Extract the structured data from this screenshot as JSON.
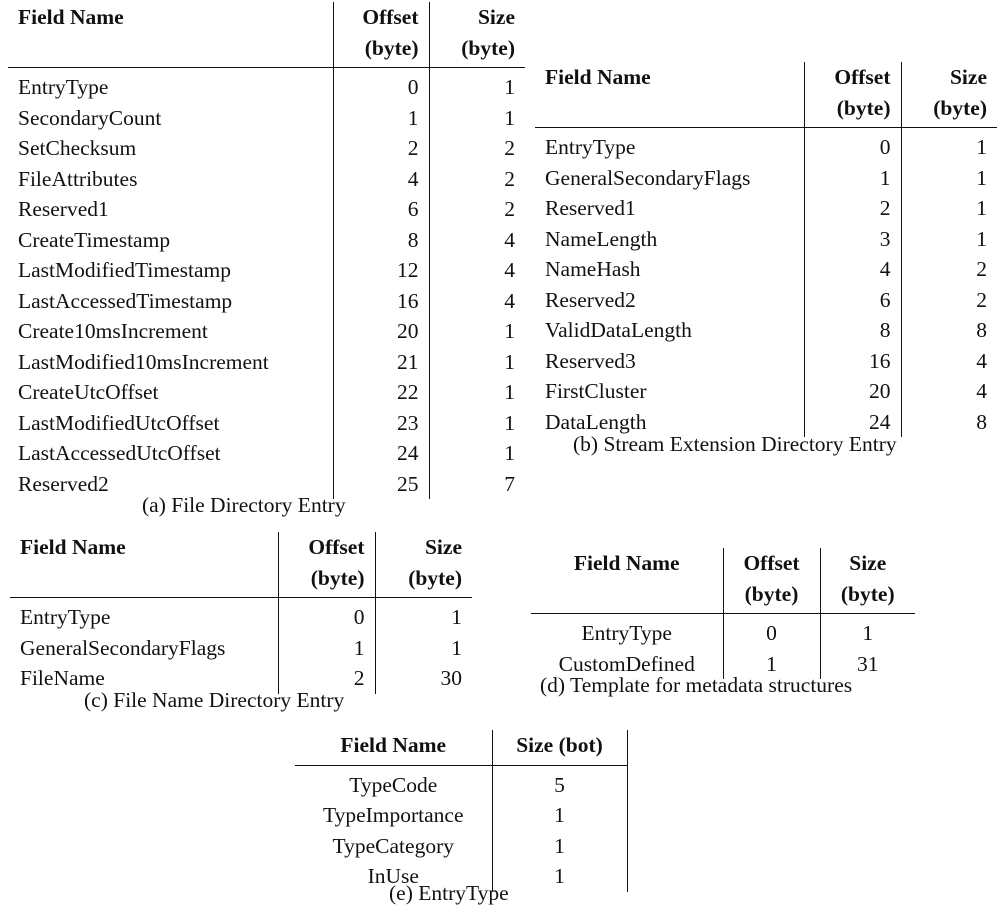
{
  "tableA": {
    "headers": {
      "field": "Field Name",
      "offset": "Offset (byte)",
      "size": "Size (byte)"
    },
    "rows": [
      {
        "field": "EntryType",
        "offset": "0",
        "size": "1"
      },
      {
        "field": "SecondaryCount",
        "offset": "1",
        "size": "1"
      },
      {
        "field": "SetChecksum",
        "offset": "2",
        "size": "2"
      },
      {
        "field": "FileAttributes",
        "offset": "4",
        "size": "2"
      },
      {
        "field": "Reserved1",
        "offset": "6",
        "size": "2"
      },
      {
        "field": "CreateTimestamp",
        "offset": "8",
        "size": "4"
      },
      {
        "field": "LastModifiedTimestamp",
        "offset": "12",
        "size": "4"
      },
      {
        "field": "LastAccessedTimestamp",
        "offset": "16",
        "size": "4"
      },
      {
        "field": "Create10msIncrement",
        "offset": "20",
        "size": "1"
      },
      {
        "field": "LastModified10msIncrement",
        "offset": "21",
        "size": "1"
      },
      {
        "field": "CreateUtcOffset",
        "offset": "22",
        "size": "1"
      },
      {
        "field": "LastModifiedUtcOffset",
        "offset": "23",
        "size": "1"
      },
      {
        "field": "LastAccessedUtcOffset",
        "offset": "24",
        "size": "1"
      },
      {
        "field": "Reserved2",
        "offset": "25",
        "size": "7"
      }
    ],
    "caption": "(a)  File Directory Entry"
  },
  "tableB": {
    "headers": {
      "field": "Field Name",
      "offset": "Offset (byte)",
      "size": "Size (byte)"
    },
    "rows": [
      {
        "field": "EntryType",
        "offset": "0",
        "size": "1"
      },
      {
        "field": "GeneralSecondaryFlags",
        "offset": "1",
        "size": "1"
      },
      {
        "field": "Reserved1",
        "offset": "2",
        "size": "1"
      },
      {
        "field": "NameLength",
        "offset": "3",
        "size": "1"
      },
      {
        "field": "NameHash",
        "offset": "4",
        "size": "2"
      },
      {
        "field": "Reserved2",
        "offset": "6",
        "size": "2"
      },
      {
        "field": "ValidDataLength",
        "offset": "8",
        "size": "8"
      },
      {
        "field": "Reserved3",
        "offset": "16",
        "size": "4"
      },
      {
        "field": "FirstCluster",
        "offset": "20",
        "size": "4"
      },
      {
        "field": "DataLength",
        "offset": "24",
        "size": "8"
      }
    ],
    "caption": "(b)  Stream Extension Directory Entry"
  },
  "tableC": {
    "headers": {
      "field": "Field Name",
      "offset": "Offset (byte)",
      "size": "Size (byte)"
    },
    "rows": [
      {
        "field": "EntryType",
        "offset": "0",
        "size": "1"
      },
      {
        "field": "GeneralSecondaryFlags",
        "offset": "1",
        "size": "1"
      },
      {
        "field": "FileName",
        "offset": "2",
        "size": "30"
      }
    ],
    "caption": "(c)  File Name Directory Entry"
  },
  "tableD": {
    "headers": {
      "field": "Field Name",
      "offset": "Offset (byte)",
      "size": "Size (byte)"
    },
    "rows": [
      {
        "field": "EntryType",
        "offset": "0",
        "size": "1"
      },
      {
        "field": "CustomDefined",
        "offset": "1",
        "size": "31"
      }
    ],
    "caption": "(d)  Template for metadata structures"
  },
  "tableE": {
    "headers": {
      "field": "Field Name",
      "size": "Size (bot)"
    },
    "rows": [
      {
        "field": "TypeCode",
        "size": "5"
      },
      {
        "field": "TypeImportance",
        "size": "1"
      },
      {
        "field": "TypeCategory",
        "size": "1"
      },
      {
        "field": "InUse",
        "size": "1"
      }
    ],
    "caption": "(e)  EntryType"
  }
}
